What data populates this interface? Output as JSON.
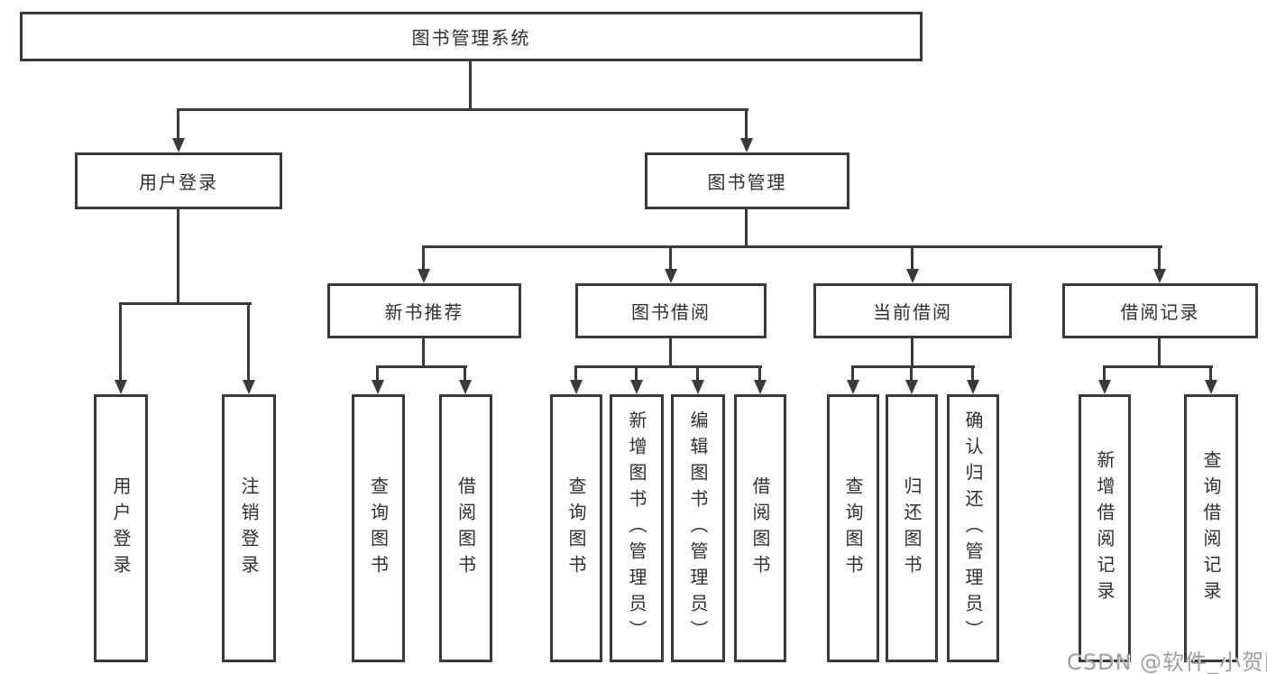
{
  "diagram": {
    "type": "hierarchy-tree",
    "colors": {
      "line": "#3a3a3a",
      "box_border": "#3a3a3a",
      "box_background": "#ffffff",
      "text": "#2f2f2f",
      "watermark_text": "#9e9e9e"
    },
    "tree": {
      "root": {
        "label": "图书管理系统",
        "children": [
          {
            "label": "用户登录",
            "children": [
              {
                "label": "用户登录"
              },
              {
                "label": "注销登录"
              }
            ]
          },
          {
            "label": "图书管理",
            "children": [
              {
                "label": "新书推荐",
                "children": [
                  {
                    "label": "查询图书"
                  },
                  {
                    "label": "借阅图书"
                  }
                ]
              },
              {
                "label": "图书借阅",
                "children": [
                  {
                    "label": "查询图书"
                  },
                  {
                    "label": "新增图书（管理员）"
                  },
                  {
                    "label": "编辑图书（管理员）"
                  },
                  {
                    "label": "借阅图书"
                  }
                ]
              },
              {
                "label": "当前借阅",
                "children": [
                  {
                    "label": "查询图书"
                  },
                  {
                    "label": "归还图书"
                  },
                  {
                    "label": "确认归还（管理员）"
                  }
                ]
              },
              {
                "label": "借阅记录",
                "children": [
                  {
                    "label": "新增借阅记录"
                  },
                  {
                    "label": "查询借阅记录"
                  }
                ]
              }
            ]
          }
        ]
      }
    },
    "watermark": {
      "text": "CSDN @软件_小贺同学"
    }
  }
}
